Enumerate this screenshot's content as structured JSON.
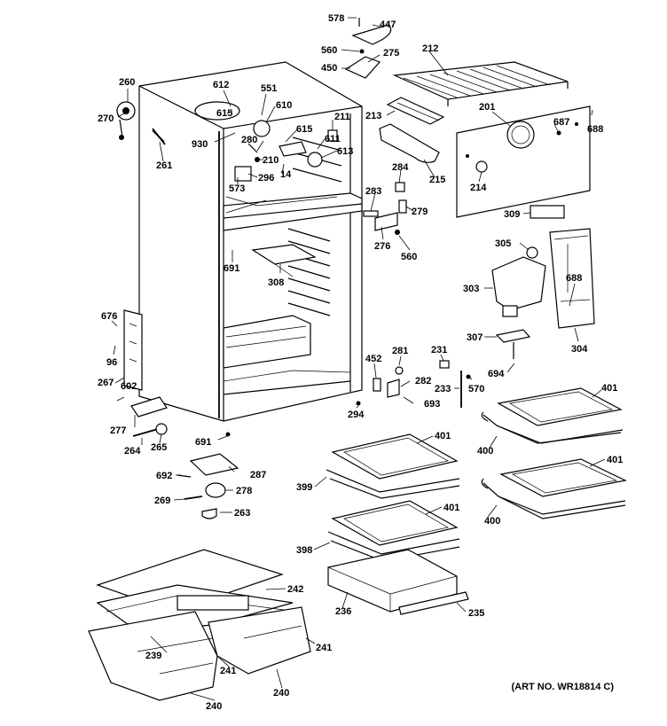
{
  "art_number": "(ART NO. WR18814 C)",
  "callouts": [
    {
      "id": "578",
      "text": "578"
    },
    {
      "id": "447",
      "text": "447"
    },
    {
      "id": "560a",
      "text": "560"
    },
    {
      "id": "275",
      "text": "275"
    },
    {
      "id": "450",
      "text": "450"
    },
    {
      "id": "212",
      "text": "212"
    },
    {
      "id": "260",
      "text": "260"
    },
    {
      "id": "612",
      "text": "612"
    },
    {
      "id": "551",
      "text": "551"
    },
    {
      "id": "270",
      "text": "270"
    },
    {
      "id": "615a",
      "text": "615"
    },
    {
      "id": "610",
      "text": "610"
    },
    {
      "id": "213",
      "text": "213"
    },
    {
      "id": "201",
      "text": "201"
    },
    {
      "id": "687",
      "text": "687"
    },
    {
      "id": "688a",
      "text": "688"
    },
    {
      "id": "211",
      "text": "211"
    },
    {
      "id": "615b",
      "text": "615"
    },
    {
      "id": "930",
      "text": "930"
    },
    {
      "id": "280",
      "text": "280"
    },
    {
      "id": "611",
      "text": "611"
    },
    {
      "id": "613",
      "text": "613"
    },
    {
      "id": "261",
      "text": "261"
    },
    {
      "id": "210",
      "text": "210"
    },
    {
      "id": "14",
      "text": "14"
    },
    {
      "id": "296",
      "text": "296"
    },
    {
      "id": "284",
      "text": "284"
    },
    {
      "id": "215",
      "text": "215"
    },
    {
      "id": "214",
      "text": "214"
    },
    {
      "id": "573",
      "text": "573"
    },
    {
      "id": "283",
      "text": "283"
    },
    {
      "id": "279",
      "text": "279"
    },
    {
      "id": "309",
      "text": "309"
    },
    {
      "id": "276",
      "text": "276"
    },
    {
      "id": "560b",
      "text": "560"
    },
    {
      "id": "305",
      "text": "305"
    },
    {
      "id": "691a",
      "text": "691"
    },
    {
      "id": "308",
      "text": "308"
    },
    {
      "id": "688b",
      "text": "688"
    },
    {
      "id": "303",
      "text": "303"
    },
    {
      "id": "676",
      "text": "676"
    },
    {
      "id": "307",
      "text": "307"
    },
    {
      "id": "304",
      "text": "304"
    },
    {
      "id": "96",
      "text": "96"
    },
    {
      "id": "281",
      "text": "281"
    },
    {
      "id": "231",
      "text": "231"
    },
    {
      "id": "452",
      "text": "452"
    },
    {
      "id": "694",
      "text": "694"
    },
    {
      "id": "267",
      "text": "267"
    },
    {
      "id": "602",
      "text": "602"
    },
    {
      "id": "282",
      "text": "282"
    },
    {
      "id": "233",
      "text": "233"
    },
    {
      "id": "570",
      "text": "570"
    },
    {
      "id": "693",
      "text": "693"
    },
    {
      "id": "401a",
      "text": "401"
    },
    {
      "id": "294",
      "text": "294"
    },
    {
      "id": "277",
      "text": "277"
    },
    {
      "id": "400a",
      "text": "400"
    },
    {
      "id": "691b",
      "text": "691"
    },
    {
      "id": "264",
      "text": "264"
    },
    {
      "id": "265",
      "text": "265"
    },
    {
      "id": "401b",
      "text": "401"
    },
    {
      "id": "287",
      "text": "287"
    },
    {
      "id": "401c",
      "text": "401"
    },
    {
      "id": "692",
      "text": "692"
    },
    {
      "id": "399",
      "text": "399"
    },
    {
      "id": "278",
      "text": "278"
    },
    {
      "id": "269",
      "text": "269"
    },
    {
      "id": "401d",
      "text": "401"
    },
    {
      "id": "263",
      "text": "263"
    },
    {
      "id": "400b",
      "text": "400"
    },
    {
      "id": "398",
      "text": "398"
    },
    {
      "id": "242",
      "text": "242"
    },
    {
      "id": "236",
      "text": "236"
    },
    {
      "id": "235",
      "text": "235"
    },
    {
      "id": "239",
      "text": "239"
    },
    {
      "id": "241a",
      "text": "241"
    },
    {
      "id": "241b",
      "text": "241"
    },
    {
      "id": "240a",
      "text": "240"
    },
    {
      "id": "240b",
      "text": "240"
    }
  ]
}
